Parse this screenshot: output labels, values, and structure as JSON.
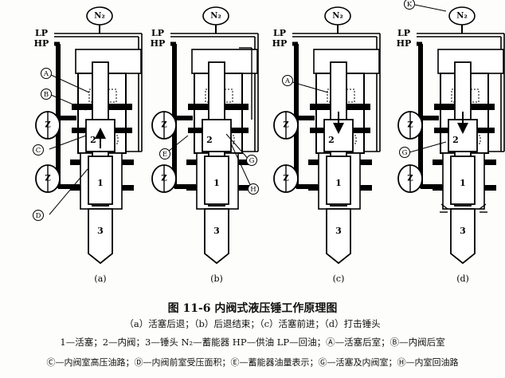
{
  "figure": {
    "title": "图 11-6   内阀式液压锤工作原理图",
    "subcaption": "（a）活塞后退；（b）后退结束；（c）活塞前进；（d）打击锤头",
    "legend_line1": "1—活塞；2—内阀；3—锤头 N₂—蓄能器 HP—供油 LP—回油；Ⓐ—活塞后室；Ⓑ—内阀后室",
    "legend_line2": "Ⓒ—内阀室高压油路；Ⓓ—内阀前室受压面积；Ⓔ—蓄能器油量表示；Ⓖ—活塞及内阀室；Ⓗ—内室回油路"
  },
  "port_labels": {
    "lp": "LP",
    "hp": "HP",
    "n2": "N₂",
    "accumulator": "Z"
  },
  "part_numbers": {
    "piston": "1",
    "valve": "2",
    "hammer": "3"
  },
  "panels": [
    {
      "id": "a",
      "label": "(a)",
      "markers": [
        "A",
        "B",
        "C",
        "D"
      ]
    },
    {
      "id": "b",
      "label": "(b)",
      "markers": [
        "E",
        "G",
        "H"
      ]
    },
    {
      "id": "c",
      "label": "(c)",
      "markers": [
        "A"
      ]
    },
    {
      "id": "d",
      "label": "(d)",
      "markers": [
        "K",
        "G"
      ]
    }
  ]
}
